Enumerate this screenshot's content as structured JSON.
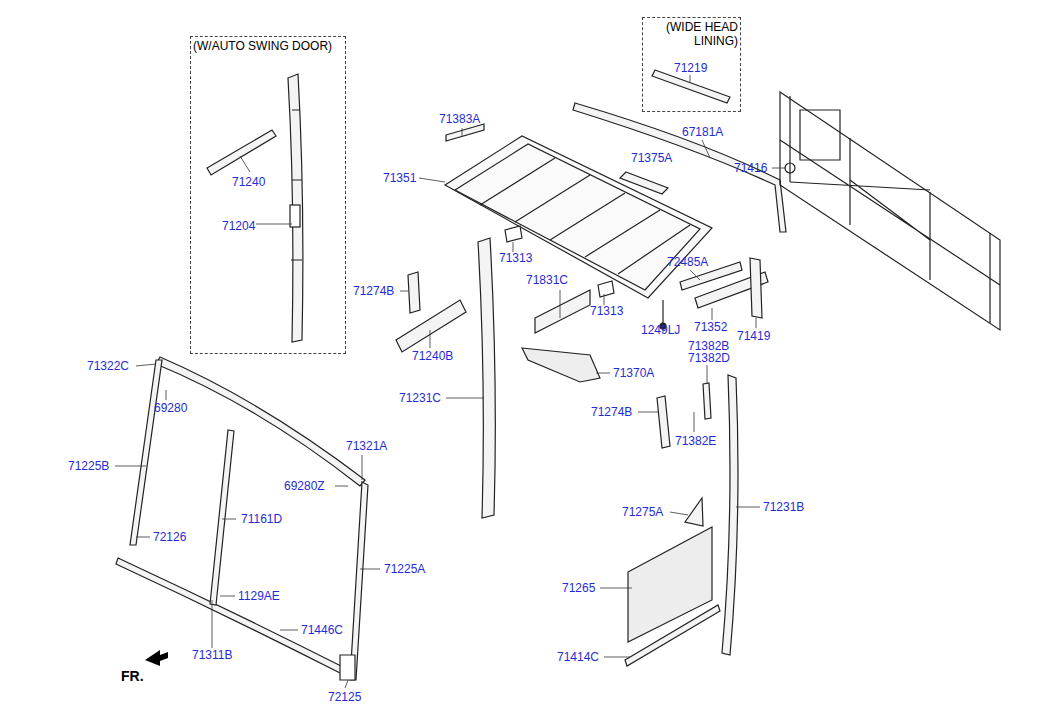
{
  "diagram": {
    "nodes": [
      {
        "text": [
          "(W/AUTO SWING DOOR)",
          "71240",
          "71204"
        ]
      },
      {
        "text": [
          "(WIDE HEAD LINING)",
          "71219"
        ]
      }
    ],
    "labels": [
      "71383A",
      "71351",
      "67181A",
      "71375A",
      "71416",
      "71313",
      "72485A",
      "71274B",
      "71831C",
      "71313",
      "71352",
      "71419",
      "1249LJ",
      "71240B",
      "71382B",
      "71382D",
      "71370A",
      "71322C",
      "69280",
      "71231C",
      "71274B",
      "71382E",
      "71321A",
      "71225B",
      "69280Z",
      "71161D",
      "71275A",
      "71231B",
      "72126",
      "71225A",
      "71265",
      "1129AE",
      "71446C",
      "71311B",
      "71414C",
      "FR.",
      "72125"
    ]
  }
}
